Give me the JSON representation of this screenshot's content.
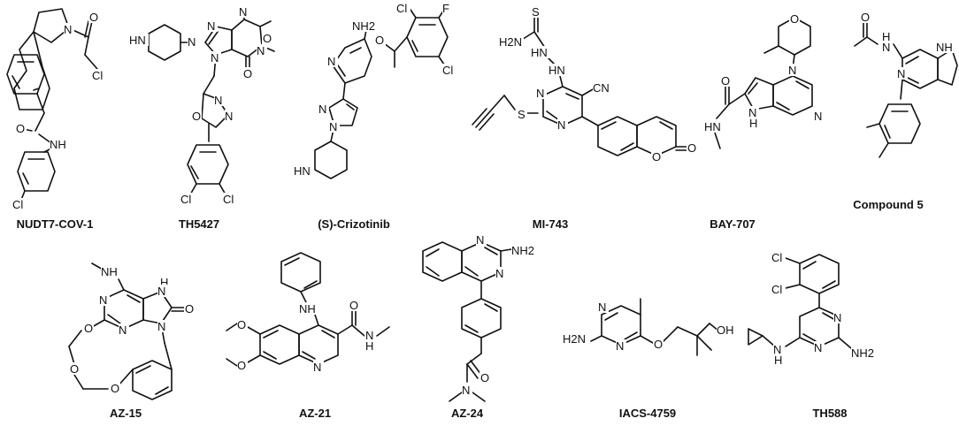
{
  "figure": {
    "compounds": [
      {
        "name": "NUDT7-COV-1",
        "atom_labels": [
          "N",
          "O",
          "Cl",
          "O",
          "NH",
          "Cl"
        ]
      },
      {
        "name": "TH5427",
        "atom_labels": [
          "N",
          "HN",
          "N",
          "N",
          "N",
          "N",
          "O",
          "O",
          "N",
          "N",
          "O",
          "Cl",
          "Cl"
        ]
      },
      {
        "name": "(S)-Crizotinib",
        "atom_labels": [
          "NH2",
          "Cl",
          "F",
          "O",
          "N",
          "Cl",
          "N",
          "N",
          "HN"
        ]
      },
      {
        "name": "MI-743",
        "atom_labels": [
          "H2N",
          "S",
          "HN",
          "HN",
          "CN",
          "N",
          "S",
          "N",
          "O",
          "O"
        ]
      },
      {
        "name": "BAY-707",
        "atom_labels": [
          "O",
          "N",
          "O",
          "N",
          "H",
          "HN",
          "N"
        ]
      },
      {
        "name": "Compound 5",
        "atom_labels": [
          "O",
          "H",
          "N",
          "NH",
          "N"
        ]
      },
      {
        "name": "AZ-15",
        "atom_labels": [
          "NH",
          "N",
          "H",
          "N",
          "O",
          "O",
          "N",
          "N",
          "O",
          "O"
        ]
      },
      {
        "name": "AZ-21",
        "atom_labels": [
          "NH",
          "O",
          "O",
          "O",
          "N",
          "H",
          "N"
        ]
      },
      {
        "name": "AZ-24",
        "atom_labels": [
          "NH2",
          "N",
          "N",
          "O",
          "N"
        ]
      },
      {
        "name": "IACS-4759",
        "atom_labels": [
          "N",
          "H2N",
          "N",
          "O",
          "OH"
        ]
      },
      {
        "name": "TH588",
        "atom_labels": [
          "Cl",
          "Cl",
          "N",
          "N",
          "N",
          "H",
          "NH2"
        ]
      }
    ]
  }
}
